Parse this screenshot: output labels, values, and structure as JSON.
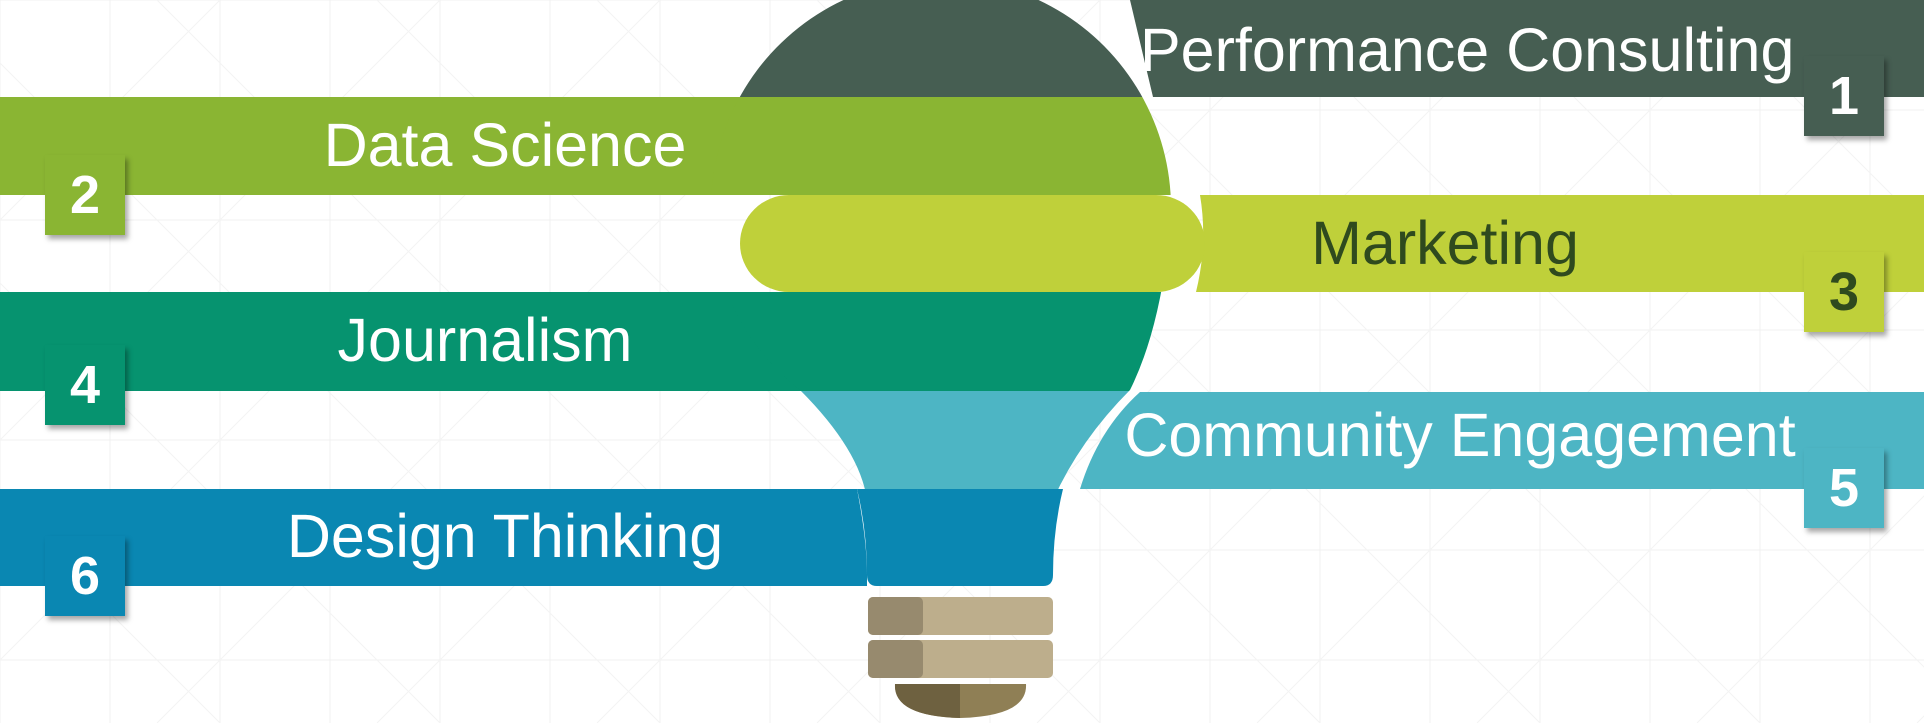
{
  "diagram": {
    "items": [
      {
        "number": "1",
        "label": "Performance Consulting",
        "color": "#465e52",
        "text_color": "#ffffff"
      },
      {
        "number": "2",
        "label": "Data Science",
        "color": "#8ab533",
        "text_color": "#ffffff"
      },
      {
        "number": "3",
        "label": "Marketing",
        "color": "#bfd03a",
        "text_color": "#2f4a1e"
      },
      {
        "number": "4",
        "label": "Journalism",
        "color": "#06936f",
        "text_color": "#ffffff"
      },
      {
        "number": "5",
        "label": "Community Engagement",
        "color": "#4db5c4",
        "text_color": "#ffffff"
      },
      {
        "number": "6",
        "label": "Design Thinking",
        "color": "#0a87b2",
        "text_color": "#ffffff"
      }
    ],
    "bulb_base_colors": {
      "light": "#bdae8c",
      "dark": "#978a6e",
      "cap": "#8f7f55",
      "cap_shadow": "#6e6140"
    }
  }
}
